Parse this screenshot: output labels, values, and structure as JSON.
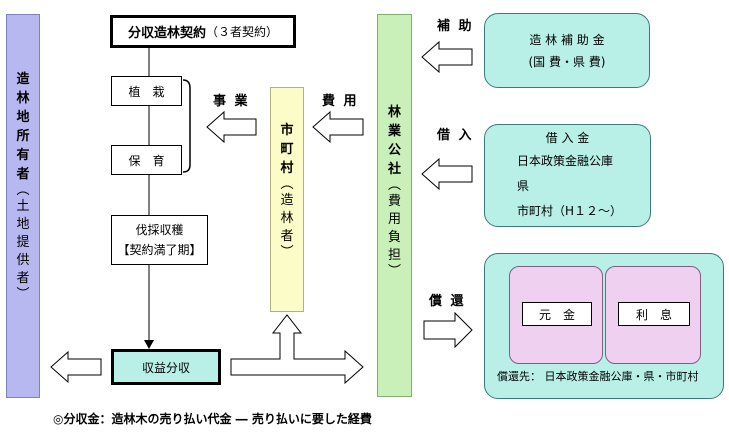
{
  "owner": {
    "title_chars": [
      "造",
      "林",
      "地",
      "所",
      "有",
      "者"
    ],
    "paren_chars": [
      "土",
      "地",
      "提",
      "供",
      "者"
    ]
  },
  "contract": {
    "main": "分収造林契約",
    "note": "（３者契約）"
  },
  "stages": {
    "planting": "植　栽",
    "care": "保　育",
    "harvest_line1": "伐採収穫",
    "harvest_line2": "【契約満了期】"
  },
  "revenue": {
    "label": "収益分収"
  },
  "labels": {
    "jigyo": "事 業",
    "hiyo": "費 用",
    "hojo": "補 助",
    "shakunyu": "借 入",
    "shokan": "償 還"
  },
  "municipality": {
    "title_chars": [
      "市",
      "町",
      "村"
    ],
    "paren_chars": [
      "造",
      "林",
      "者"
    ]
  },
  "corporation": {
    "title_chars": [
      "林",
      "業",
      "公",
      "社"
    ],
    "paren_chars": [
      "費",
      "用",
      "負",
      "担"
    ]
  },
  "subsidy": {
    "line1": "造 林 補 助 金",
    "line2": "(国 費・県 費)"
  },
  "loan": {
    "title": "借 入 金",
    "items": [
      "日本政策金融公庫",
      "県",
      "市町村（H１２～）"
    ]
  },
  "repayment": {
    "principal": "元　金",
    "interest": "利　息",
    "dest": "償還先： 日本政策金融公庫・県・市町村"
  },
  "footnote": "◎分収金：造林木の売り払い代金 ― 売り払いに要した経費",
  "colors": {
    "purple_bar": "#b8b8f0",
    "green_bar": "#c8f0b8",
    "yellow_bar": "#fcfcc8",
    "teal_box": "#b8f0e8",
    "pink_box": "#f0d0f0"
  }
}
